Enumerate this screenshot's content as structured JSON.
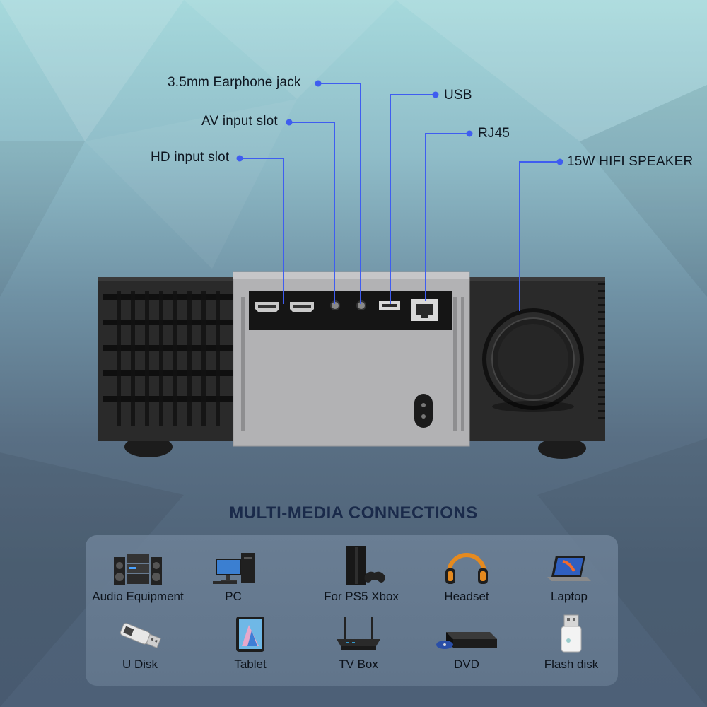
{
  "callouts": {
    "earphone": "3.5mm Earphone jack",
    "av": "AV input slot",
    "hd": "HD input slot",
    "usb": "USB",
    "rj45": "RJ45",
    "speaker": "15W HIFI SPEAKER"
  },
  "section_title": "MULTI-MEDIA CONNECTIONS",
  "devices": {
    "audio": "Audio Equipment",
    "pc": "PC",
    "ps5": "For PS5 Xbox",
    "headset": "Headset",
    "laptop": "Laptop",
    "udisk": "U Disk",
    "tablet": "Tablet",
    "tvbox": "TV Box",
    "dvd": "DVD",
    "flash": "Flash disk"
  },
  "colors": {
    "accent_line": "#3f5df0",
    "title": "#1a2a4a"
  }
}
